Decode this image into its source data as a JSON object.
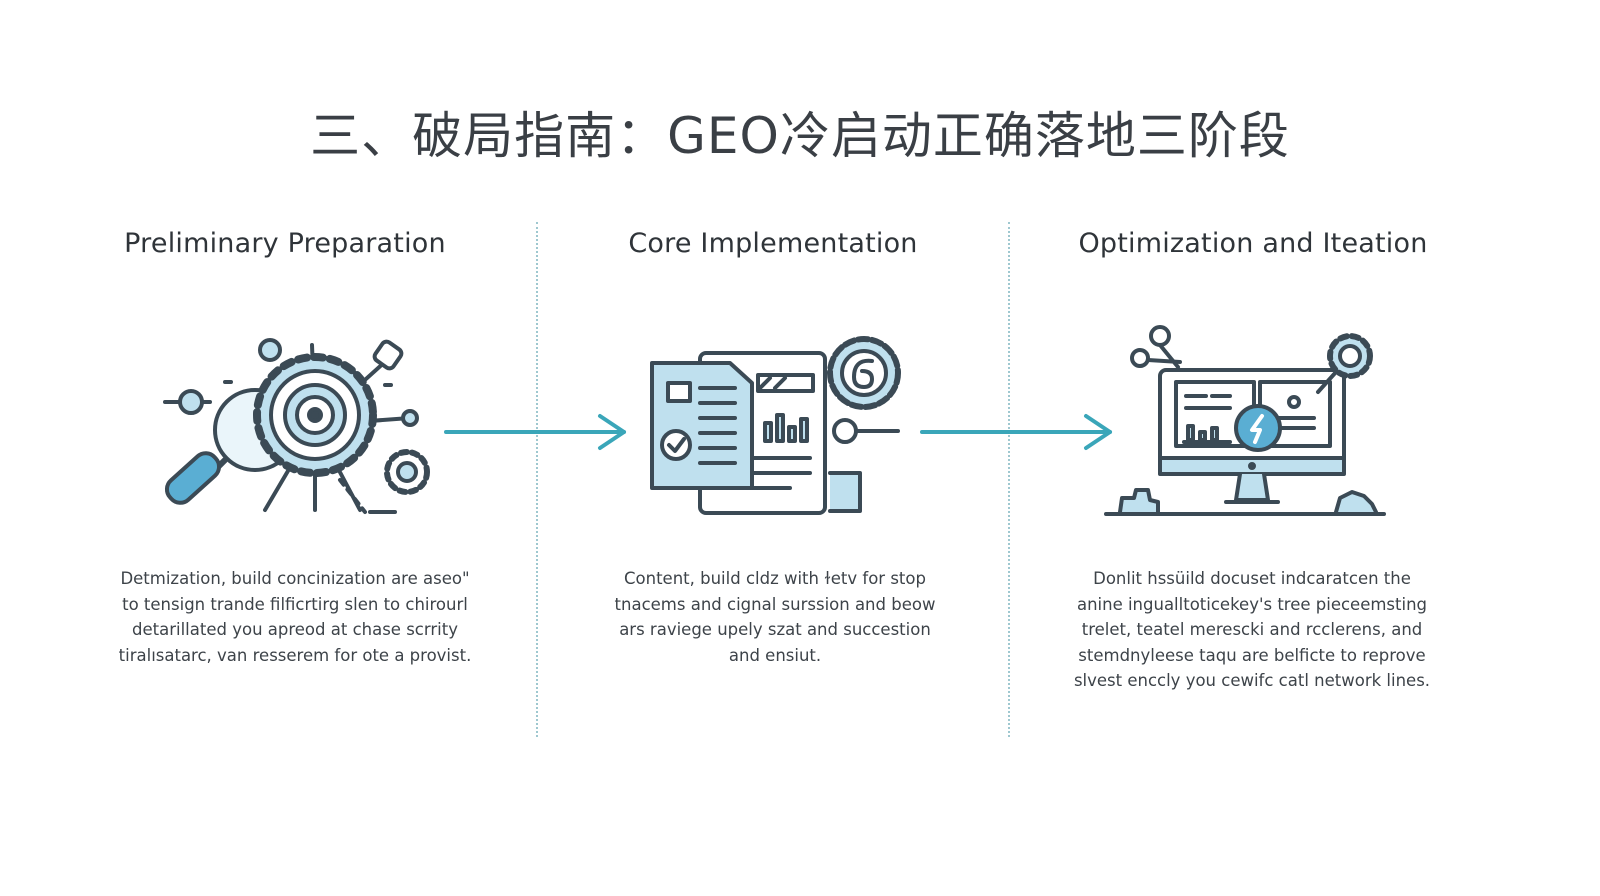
{
  "title": "三、破局指南：GEO冷启动正确落地三阶段",
  "stages": [
    {
      "title": "Preliminary Preparation",
      "icon": "target-gear-magnifier-icon",
      "description": "Detmization, build concinization are aseo\" to tensign trande filficrtirg slen to chirourl detarillated you apreod at chase scrrity tiralısatarc, van resserem for ote a provist."
    },
    {
      "title": "Core Implementation",
      "icon": "documents-chart-icon",
      "description": "Content, build cldz with ɫetv for stop tnacems and cignal surssion and beow ars raviege upely szat and succestion and ensiut."
    },
    {
      "title": "Optimization and Iteation",
      "icon": "monitor-dashboard-gear-icon",
      "description": "Donlit hssüild docuset indcaratcen the anine ingualltoticekey's tree pieceemsting trelet, teatel merescki and rcclerens, and stemdnyleese taqu are belficte to reprove slvest enccly you cewifc catl network lines."
    }
  ],
  "colors": {
    "accent": "#3aa6b9",
    "line": "#3b4a55",
    "fill": "#bfe0ee",
    "fill_dark": "#5aaed3",
    "divider": "#9fc8d0"
  }
}
